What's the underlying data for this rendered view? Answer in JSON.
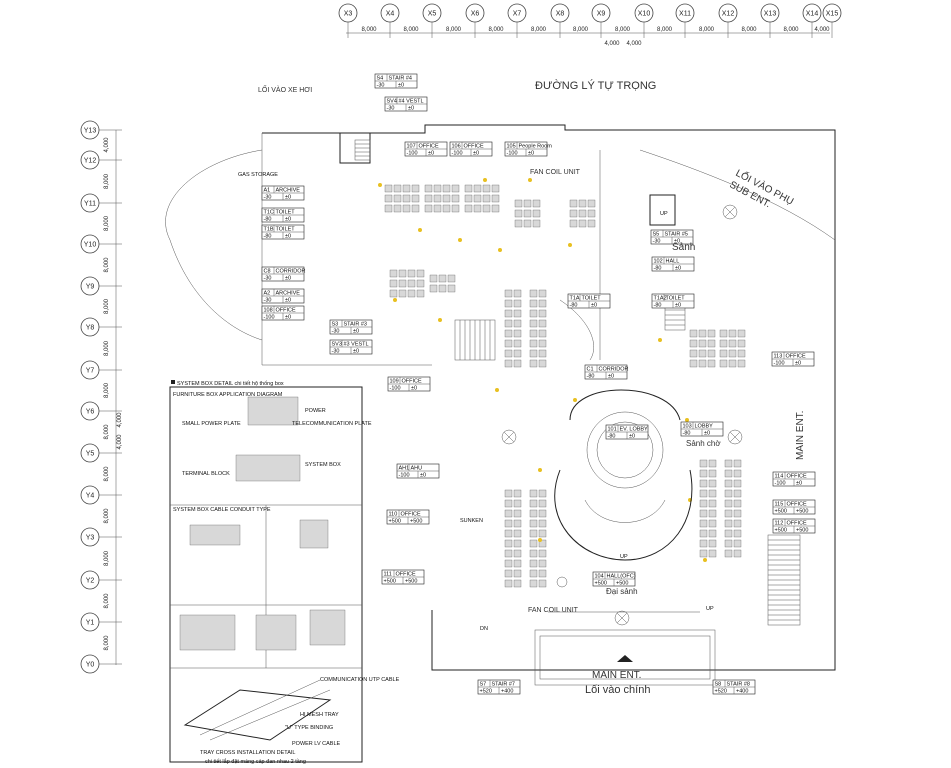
{
  "grid_x": [
    "X3",
    "X4",
    "X5",
    "X6",
    "X7",
    "X8",
    "X9",
    "X10",
    "X11",
    "X12",
    "X13",
    "X14",
    "X15"
  ],
  "grid_y": [
    "Y13",
    "Y12",
    "Y11",
    "Y10",
    "Y9",
    "Y8",
    "Y7",
    "Y6",
    "Y5",
    "Y4",
    "Y3",
    "Y2",
    "Y1",
    "Y0"
  ],
  "dims_x": [
    "8,000",
    "8,000",
    "8,000",
    "8,000",
    "8,000",
    "8,000",
    "8,000",
    "8,000",
    "8,000",
    "8,000",
    "8,000",
    "4,000"
  ],
  "dims_x_sub": [
    "4,000",
    "4,000"
  ],
  "dims_y": [
    "4,000",
    "8,000",
    "8,000",
    "8,000",
    "8,000",
    "8,000",
    "8,000",
    "8,000",
    "8,000",
    "8,000",
    "8,000",
    "8,000",
    "8,000"
  ],
  "dims_y_sub": [
    "4,000",
    "4,000"
  ],
  "labels": {
    "street": "ĐƯỜNG LÝ TỰ TRỌNG",
    "car_entrance": "LỐI VÀO XE HƠI",
    "side_entrance": "LỐI VÀO PHỤ",
    "side_entrance_en": "SUB ENT.",
    "main_entrance_side": "MAIN ENT.",
    "main_entrance": "MAIN ENT.",
    "main_entrance_vn": "Lối vào chính",
    "sanh": "Sảnh",
    "sanh_cho": "Sảnh chờ",
    "dai_sanh": "Đại sảnh",
    "gas_storage": "GAS STORAGE",
    "fan_coil_top": "FAN COIL UNIT",
    "fan_coil_bottom": "FAN COIL UNIT",
    "sunken": "SUNKEN",
    "up1": "UP",
    "up2": "UP",
    "up3": "UP",
    "dn": "DN"
  },
  "rooms": [
    {
      "id": "S4",
      "name": "STAIR #4",
      "level": "-30",
      "lv2": "±0"
    },
    {
      "id": "SV4",
      "name": "#4 VESTL",
      "level": "-30",
      "lv2": "±0"
    },
    {
      "id": "107",
      "name": "OFFICE",
      "level": "-100",
      "lv2": "±0"
    },
    {
      "id": "106",
      "name": "OFFICE",
      "level": "-100",
      "lv2": "±0"
    },
    {
      "id": "105",
      "name": "People Room",
      "level": "-100",
      "lv2": "±0"
    },
    {
      "id": "A1",
      "name": "ARCHIVE",
      "level": "-30",
      "lv2": "±0"
    },
    {
      "id": "T1C",
      "name": "TOILET",
      "level": "-80",
      "lv2": "±0"
    },
    {
      "id": "T1B",
      "name": "TOILET",
      "level": "-80",
      "lv2": "±0"
    },
    {
      "id": "C8",
      "name": "CORRIDOR",
      "level": "-30",
      "lv2": "±0"
    },
    {
      "id": "A2",
      "name": "ARCHIVE",
      "level": "-30",
      "lv2": "±0"
    },
    {
      "id": "108",
      "name": "OFFICE",
      "level": "-100",
      "lv2": "±0"
    },
    {
      "id": "S3",
      "name": "STAIR #3",
      "level": "-30",
      "lv2": "±0"
    },
    {
      "id": "SV3",
      "name": "#3 VESTL",
      "level": "-30",
      "lv2": "±0"
    },
    {
      "id": "109",
      "name": "OFFICE",
      "level": "-100",
      "lv2": "±0"
    },
    {
      "id": "AH1",
      "name": "AHU",
      "level": "-100",
      "lv2": "±0"
    },
    {
      "id": "110",
      "name": "OFFICE",
      "level": "+500",
      "lv2": "+500"
    },
    {
      "id": "111",
      "name": "OFFICE",
      "level": "+500",
      "lv2": "+500"
    },
    {
      "id": "S7",
      "name": "STAIR #7",
      "level": "+520",
      "lv2": "+400"
    },
    {
      "id": "S5",
      "name": "STAIR #5",
      "level": "-30",
      "lv2": "±0"
    },
    {
      "id": "102",
      "name": "HALL",
      "level": "-80",
      "lv2": "±0"
    },
    {
      "id": "T1A",
      "name": "TOILET",
      "level": "-80",
      "lv2": "±0"
    },
    {
      "id": "T1A2",
      "name": "TOILET",
      "level": "-80",
      "lv2": "±0"
    },
    {
      "id": "C1",
      "name": "CORRIDOR",
      "level": "-80",
      "lv2": "±0"
    },
    {
      "id": "101",
      "name": "EV. LOBBY",
      "level": "-80",
      "lv2": "±0"
    },
    {
      "id": "103",
      "name": "LOBBY",
      "level": "-80",
      "lv2": "±0"
    },
    {
      "id": "113",
      "name": "OFFICE",
      "level": "-100",
      "lv2": "±0"
    },
    {
      "id": "114",
      "name": "OFFICE",
      "level": "-100",
      "lv2": "±0"
    },
    {
      "id": "115",
      "name": "OFFICE",
      "level": "+500",
      "lv2": "+500"
    },
    {
      "id": "112",
      "name": "OFFICE",
      "level": "+500",
      "lv2": "+500"
    },
    {
      "id": "104",
      "name": "HALL(OFC)",
      "level": "+500",
      "lv2": "+500"
    },
    {
      "id": "S8",
      "name": "STAIR #8",
      "level": "+520",
      "lv2": "+400"
    }
  ],
  "detail": {
    "title": "SYSTEM BOX DETAIL chi tiết hộ thống box",
    "sub1": "FURNITURE BOX APPLICATION DIAGRAM",
    "sub2": "SYSTEM BOX CABLE CONDUIT TYPE",
    "note_power": "POWER",
    "note_tele": "TELECOMMUNICATION PLATE",
    "note_terminal": "TERMINAL BLOCK",
    "note_system_box": "SYSTEM BOX",
    "note_small_power": "SMALL POWER PLATE",
    "tray_comm": "COMMUNICATION UTP CABLE",
    "tray_mesh": "HI MESH TRAY",
    "tray_u": "\"U\" TYPE BINDING",
    "tray_power": "POWER LV CABLE",
    "tray_title": "TRAY CROSS INSTALLATION DETAIL",
    "tray_sub": "chi tiết lắp đặt máng cáp đan nhau 2 tầng"
  },
  "colors": {
    "line": "#222222",
    "door": "#e8c020",
    "fill": "#d8d8d8"
  }
}
